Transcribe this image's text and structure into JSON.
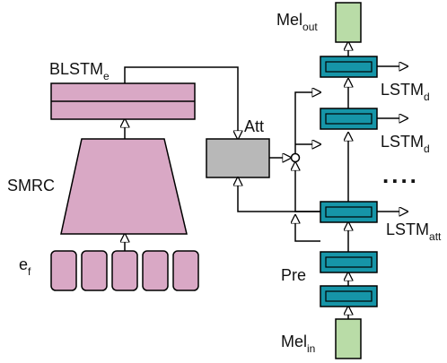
{
  "labels": {
    "mel_out": {
      "main": "Mel",
      "sub": "out"
    },
    "blstm_e": {
      "main": "BLSTM",
      "sub": "e"
    },
    "att": "Att",
    "lstm_d_top": {
      "main": "LSTM",
      "sub": "d"
    },
    "lstm_d_mid": {
      "main": "LSTM",
      "sub": "d"
    },
    "dots": "....",
    "smrc": "SMRC",
    "lstm_att": {
      "main": "LSTM",
      "sub": "att"
    },
    "pre": "Pre",
    "e_f": {
      "main": "e",
      "sub": "f"
    },
    "mel_in": {
      "main": "Mel",
      "sub": "in"
    }
  },
  "colors": {
    "encoder_pink": "#d9a8c5",
    "attention_gray": "#b8b8b8",
    "decoder_teal": "#1695a8",
    "mel_green": "#b9dca7",
    "line": "#000000"
  }
}
